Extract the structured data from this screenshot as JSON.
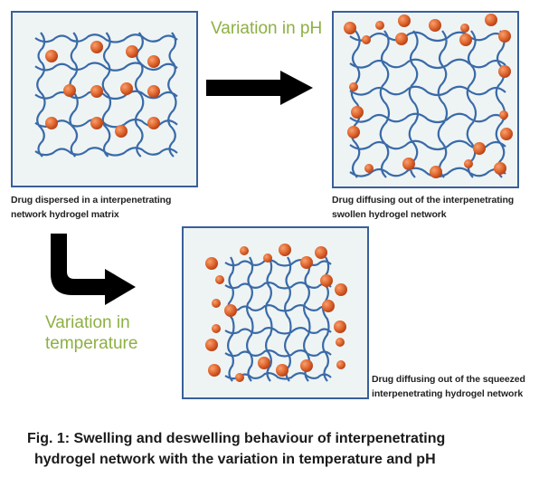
{
  "labels": {
    "ph": "Variation in pH",
    "temp_line1": "Variation in",
    "temp_line2": "temperature"
  },
  "captions": {
    "panel1": [
      "Drug dispersed in a interpenetrating",
      "network hydrogel matrix"
    ],
    "panel2": [
      "Drug diffusing out of the interpenetrating",
      "swollen hydrogel network"
    ],
    "panel3": [
      "Drug diffusing out of the squeezed",
      "interpenetrating hydrogel network"
    ]
  },
  "figure_caption": [
    "Fig. 1: Swelling and deswelling behaviour of interpenetrating",
    "hydrogel network with the variation in temperature and pH"
  ],
  "colors": {
    "network": "#3a6aa8",
    "drug": "#e0703a",
    "frame": "#3a5f9a",
    "panel_bg": "#eef4f4",
    "label": "#8db043"
  }
}
